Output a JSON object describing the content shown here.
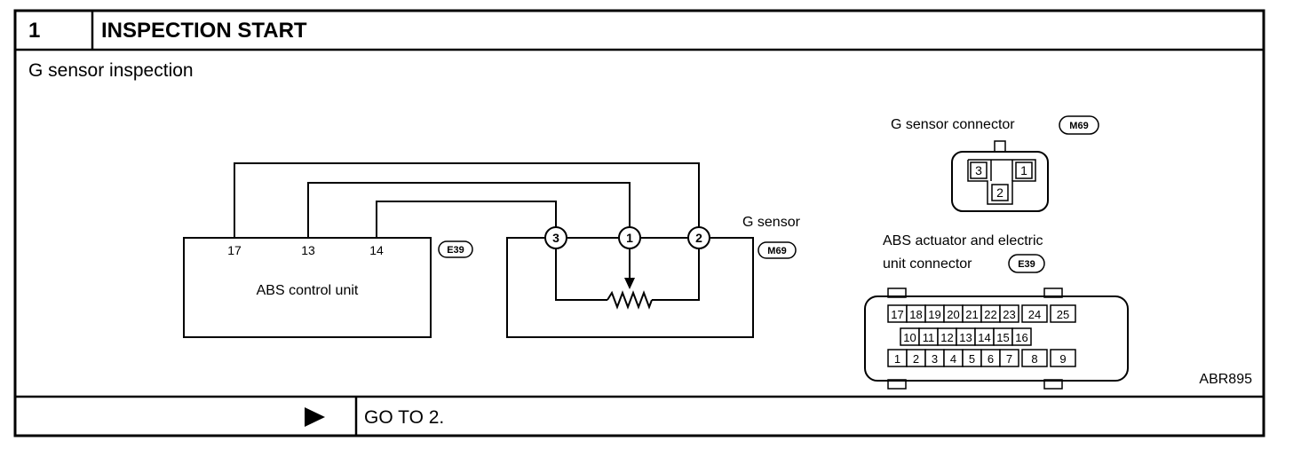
{
  "step": {
    "number": "1",
    "title": "INSPECTION START"
  },
  "subtitle": "G sensor inspection",
  "wiring": {
    "control_unit_label": "ABS control unit",
    "control_unit_tag": "E39",
    "control_pins": [
      "17",
      "13",
      "14"
    ],
    "sensor_label": "G sensor",
    "sensor_tag": "M69",
    "sensor_pins": [
      "3",
      "1",
      "2"
    ]
  },
  "g_sensor_connector": {
    "title": "G sensor connector",
    "tag": "M69",
    "pins": [
      "3",
      "1",
      "2"
    ]
  },
  "abs_connector": {
    "title_line1": "ABS actuator and electric",
    "title_line2": "unit connector",
    "tag": "E39",
    "row1": [
      "17",
      "18",
      "19",
      "20",
      "21",
      "22",
      "23",
      "24",
      "25"
    ],
    "row2": [
      "10",
      "11",
      "12",
      "13",
      "14",
      "15",
      "16"
    ],
    "row3": [
      "1",
      "2",
      "3",
      "4",
      "5",
      "6",
      "7",
      "8",
      "9"
    ]
  },
  "figure_code": "ABR895",
  "footer": {
    "arrow_icon": "right-triangle-icon",
    "action": "GO TO 2."
  }
}
